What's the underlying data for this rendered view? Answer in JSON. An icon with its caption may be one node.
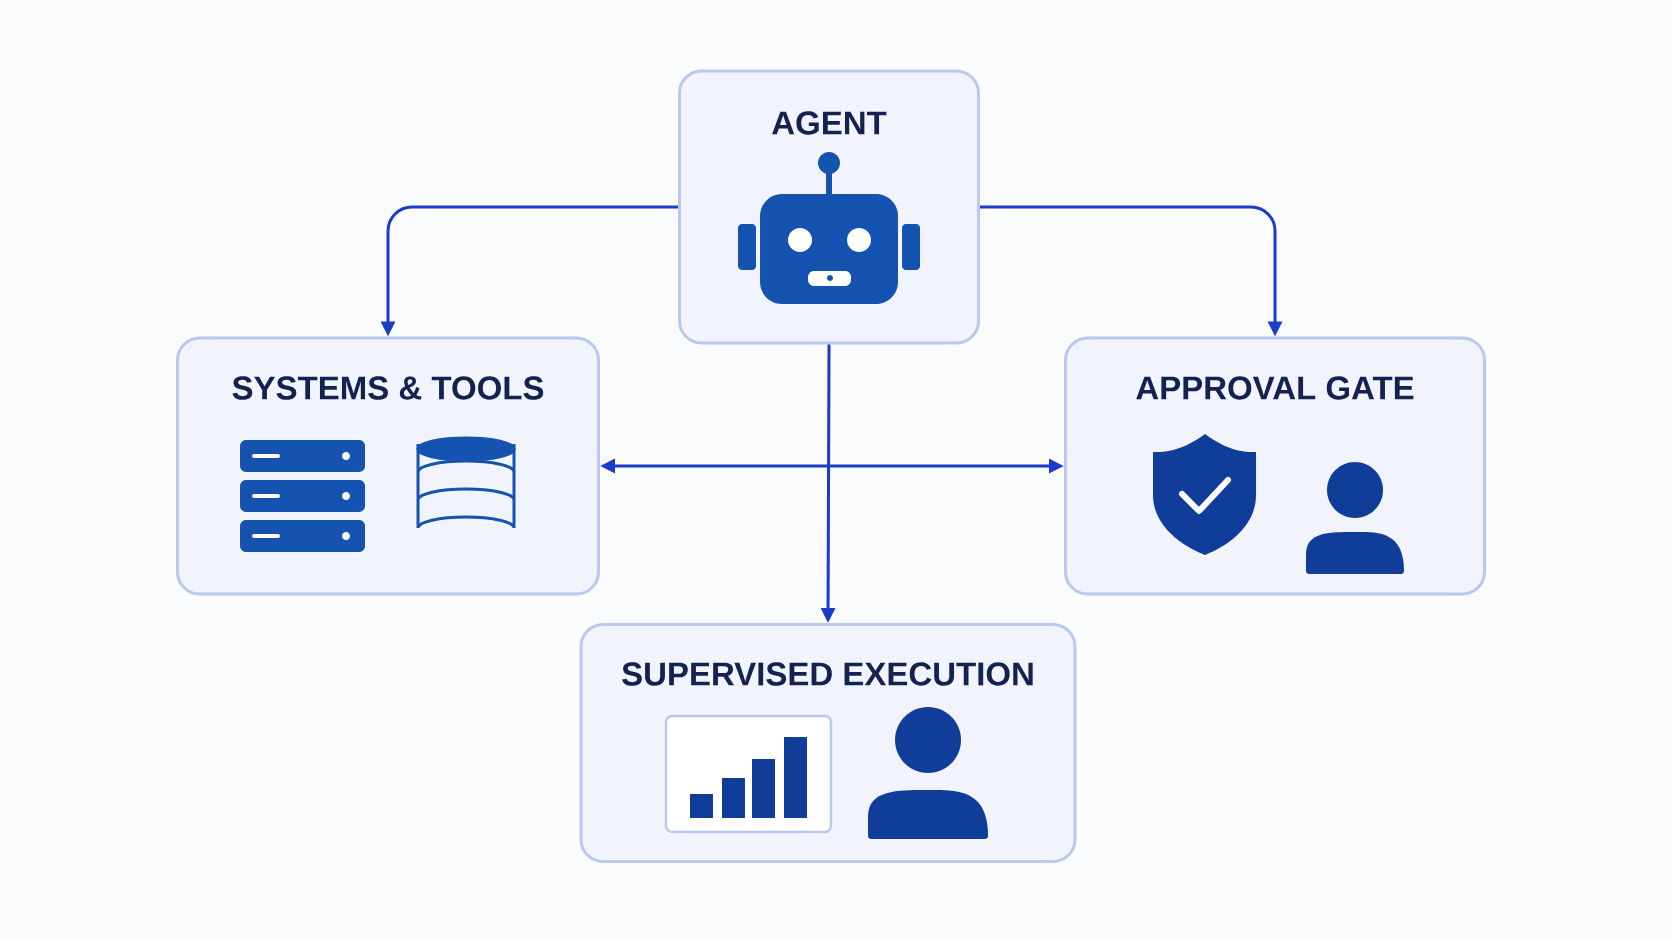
{
  "diagram": {
    "nodes": [
      {
        "text": [
          "AGENT"
        ]
      },
      {
        "text": [
          "SYSTEMS & TOOLS"
        ]
      },
      {
        "text": [
          "APPROVAL GATE"
        ]
      },
      {
        "text": [
          "SUPERVISED EXECUTION"
        ]
      }
    ],
    "edges": [
      {
        "from": 0,
        "to": 1,
        "arrow": "to"
      },
      {
        "from": 0,
        "to": 2,
        "arrow": "to"
      },
      {
        "from": 0,
        "to": 3,
        "arrow": "to"
      },
      {
        "from": 1,
        "to": 2,
        "arrow": "both"
      }
    ]
  }
}
